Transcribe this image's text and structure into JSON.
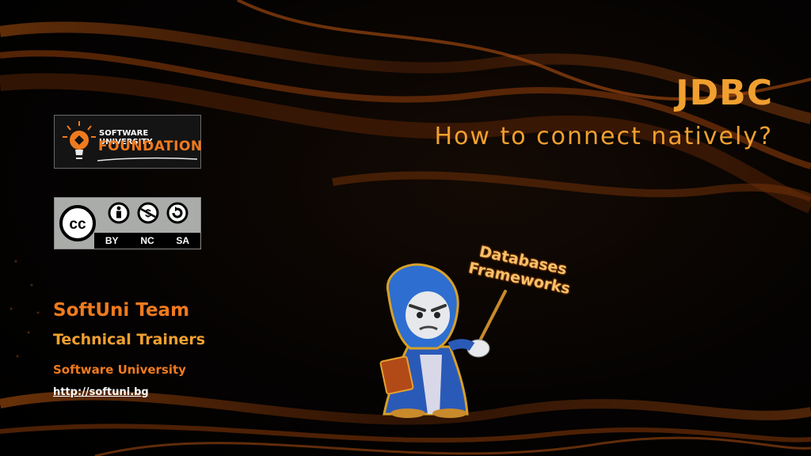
{
  "slide": {
    "title": "JDBC",
    "subtitle": "How to connect natively?"
  },
  "logo": {
    "top_text": "SOFTWARE UNIVERSITY",
    "main_text": "FOUNDATION",
    "icon": "lightbulb-icon"
  },
  "license": {
    "icons": [
      "cc-icon",
      "attribution-icon",
      "noncommercial-icon",
      "sharealike-icon"
    ],
    "labels": [
      "BY",
      "NC",
      "SA"
    ]
  },
  "author": {
    "team": "SoftUni Team",
    "role": "Technical Trainers",
    "organization": "Software University",
    "url": "http://softuni.bg"
  },
  "illustration": {
    "banner_line1": "Databases",
    "banner_line2": "Frameworks",
    "character": "wizard-illustration"
  },
  "colors": {
    "accent": "#f0a030",
    "brand_orange": "#f07a1e",
    "background": "#000000"
  }
}
